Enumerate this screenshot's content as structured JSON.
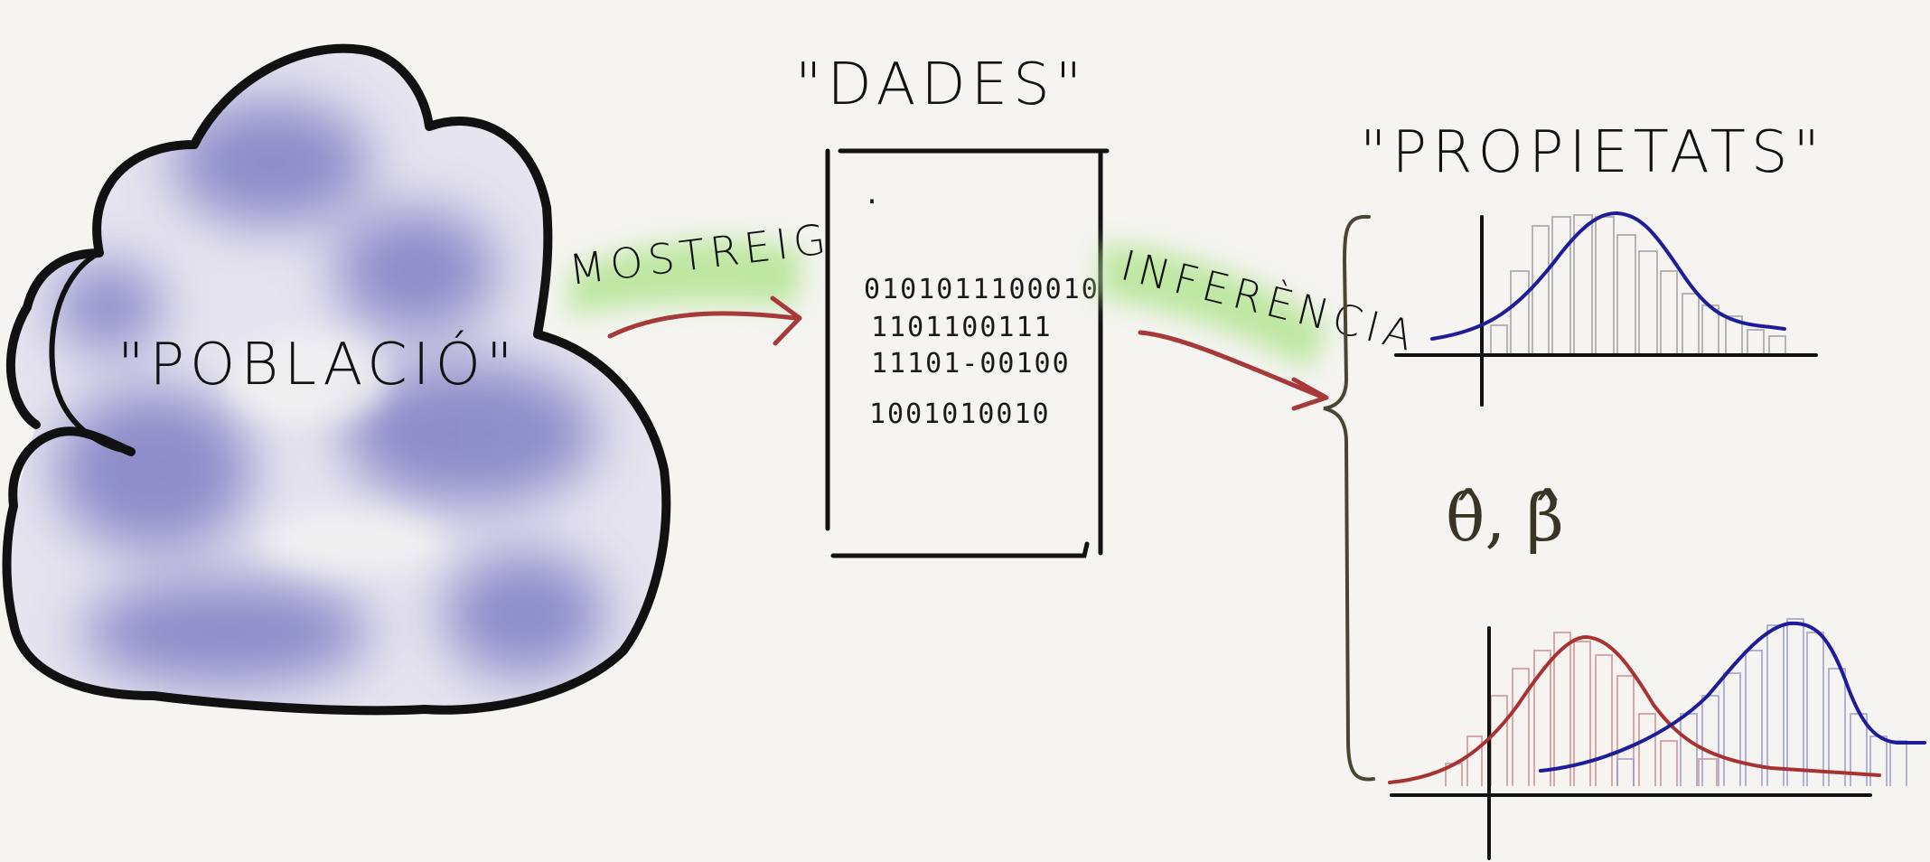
{
  "diagram": {
    "population": {
      "label": "\"POBLACIÓ\""
    },
    "data": {
      "label": "\"DADES\"",
      "lines": [
        ".",
        "0101011100010",
        "1101100111",
        "11101-00100",
        "1001010010"
      ]
    },
    "properties": {
      "label": "\"PROPIETATS\"",
      "estimators": "θ̂, β̂"
    },
    "arrows": [
      {
        "label": "MOSTREIG"
      },
      {
        "label": "INFERÈNCIA"
      }
    ]
  },
  "colors": {
    "background": "#f5f4f1",
    "cloud_fill": "#7f7fc4",
    "ink": "#111111",
    "arrow_red": "#a63a3a",
    "highlight_green": "#b8e69a",
    "curve_blue": "#1d1d9a",
    "curve_red": "#a83232",
    "brace": "#4a4530"
  }
}
